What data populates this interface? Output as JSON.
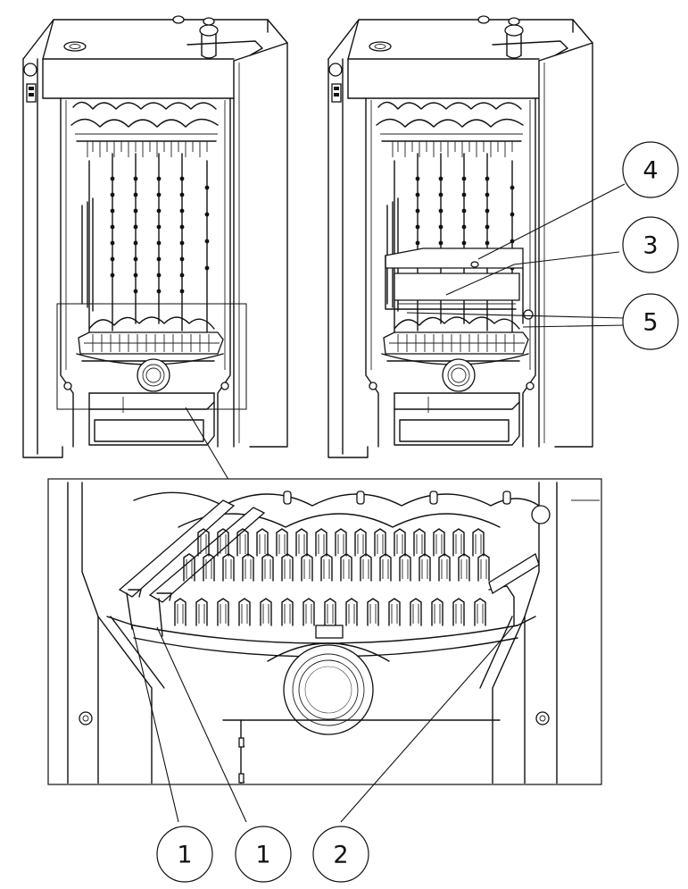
{
  "callouts": {
    "c1a": "1",
    "c1b": "1",
    "c2": "2",
    "c3": "3",
    "c4": "4",
    "c5": "5"
  }
}
